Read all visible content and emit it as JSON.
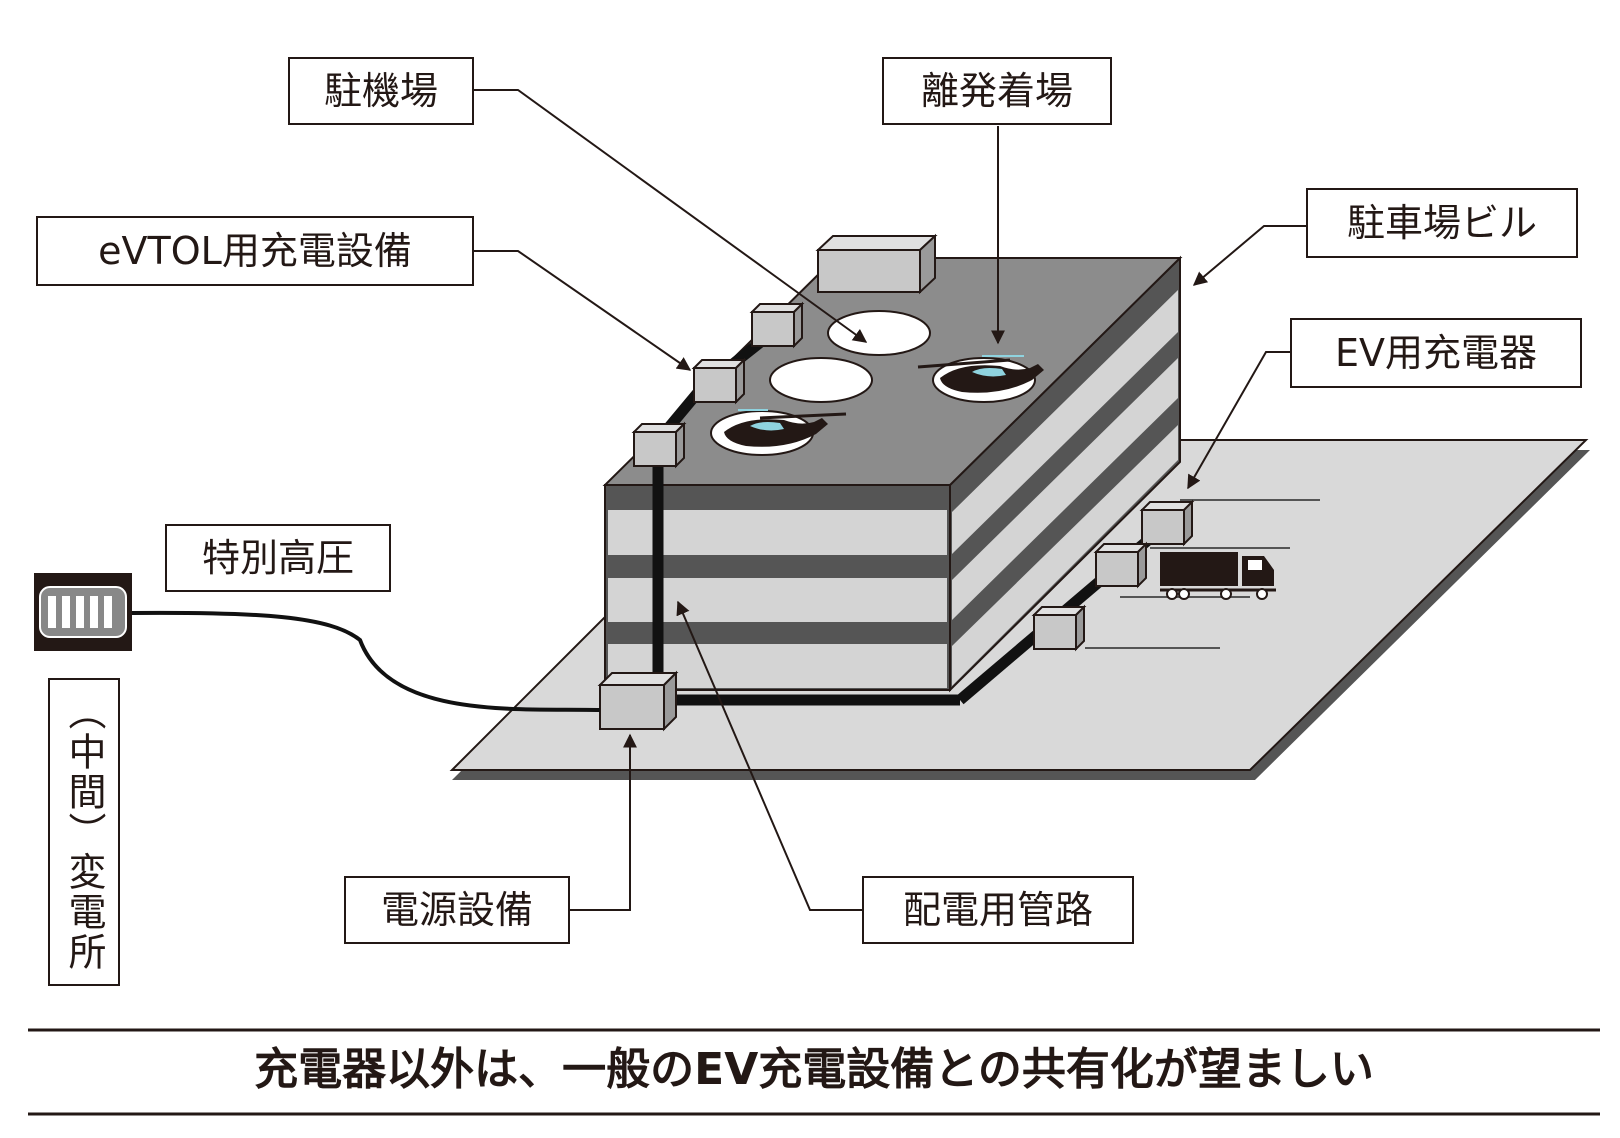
{
  "labels": {
    "parking_apron": "駐機場",
    "vertiport": "離発着場",
    "parking_building": "駐車場ビル",
    "evtol_charger": "eVTOL用充電設備",
    "ev_charger": "EV用充電器",
    "extra_high_voltage": "特別高圧",
    "substation": "（中間）変電所",
    "power_equipment": "電源設備",
    "distribution_conduit": "配電用管路"
  },
  "caption": "充電器以外は、一般のEV充電設備との共有化が望ましい",
  "colors": {
    "line": "#231815",
    "roof": "#8c8c8c",
    "floor_band": "#555555",
    "floor_light": "#d4d4d4",
    "ground": "#d9d9d9",
    "box": "#c8c8c8",
    "rotor_accent": "#8fd3df"
  },
  "icons": [
    "transformer-icon",
    "evtol-aircraft-icon",
    "truck-icon",
    "charger-box-icon"
  ]
}
